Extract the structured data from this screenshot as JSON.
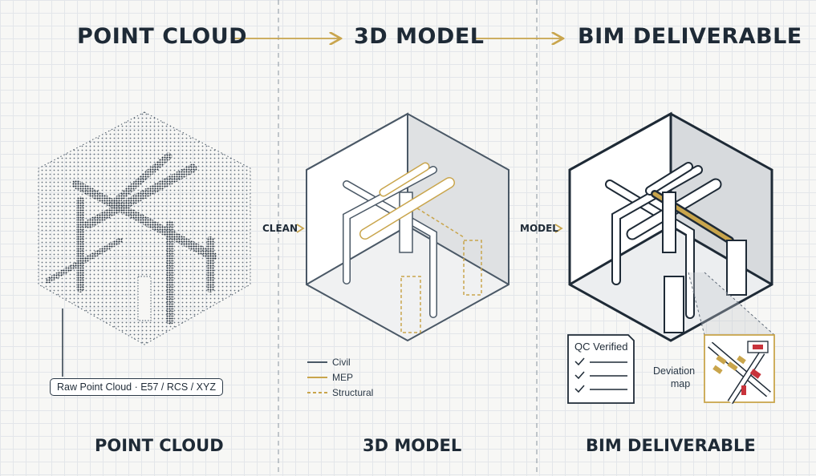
{
  "titles": {
    "stage1": "POINT CLOUD",
    "stage2": "3D MODEL",
    "stage3": "BIM DELIVERABLE"
  },
  "bottom_labels": {
    "stage1": "POINT CLOUD",
    "stage2": "3D MODEL",
    "stage3": "BIM DELIVERABLE"
  },
  "connectors": {
    "clean": "CLEAN",
    "model": "MODEL"
  },
  "point_cloud_caption": "Raw Point Cloud · E57 / RCS / XYZ",
  "legend": [
    {
      "label": "Civil",
      "color": "#4a5866",
      "style": "solid"
    },
    {
      "label": "MEP",
      "color": "#c9a54c",
      "style": "solid"
    },
    {
      "label": "Structural",
      "color": "#c9a54c",
      "style": "dashed"
    }
  ],
  "qc": {
    "title": "QC Verified"
  },
  "deviation": {
    "line1": "Deviation",
    "line2": "map"
  },
  "colors": {
    "dark": "#1e2a36",
    "accent": "#c9a54c",
    "grid": "#e3e6ea",
    "alert": "#c8333b"
  }
}
